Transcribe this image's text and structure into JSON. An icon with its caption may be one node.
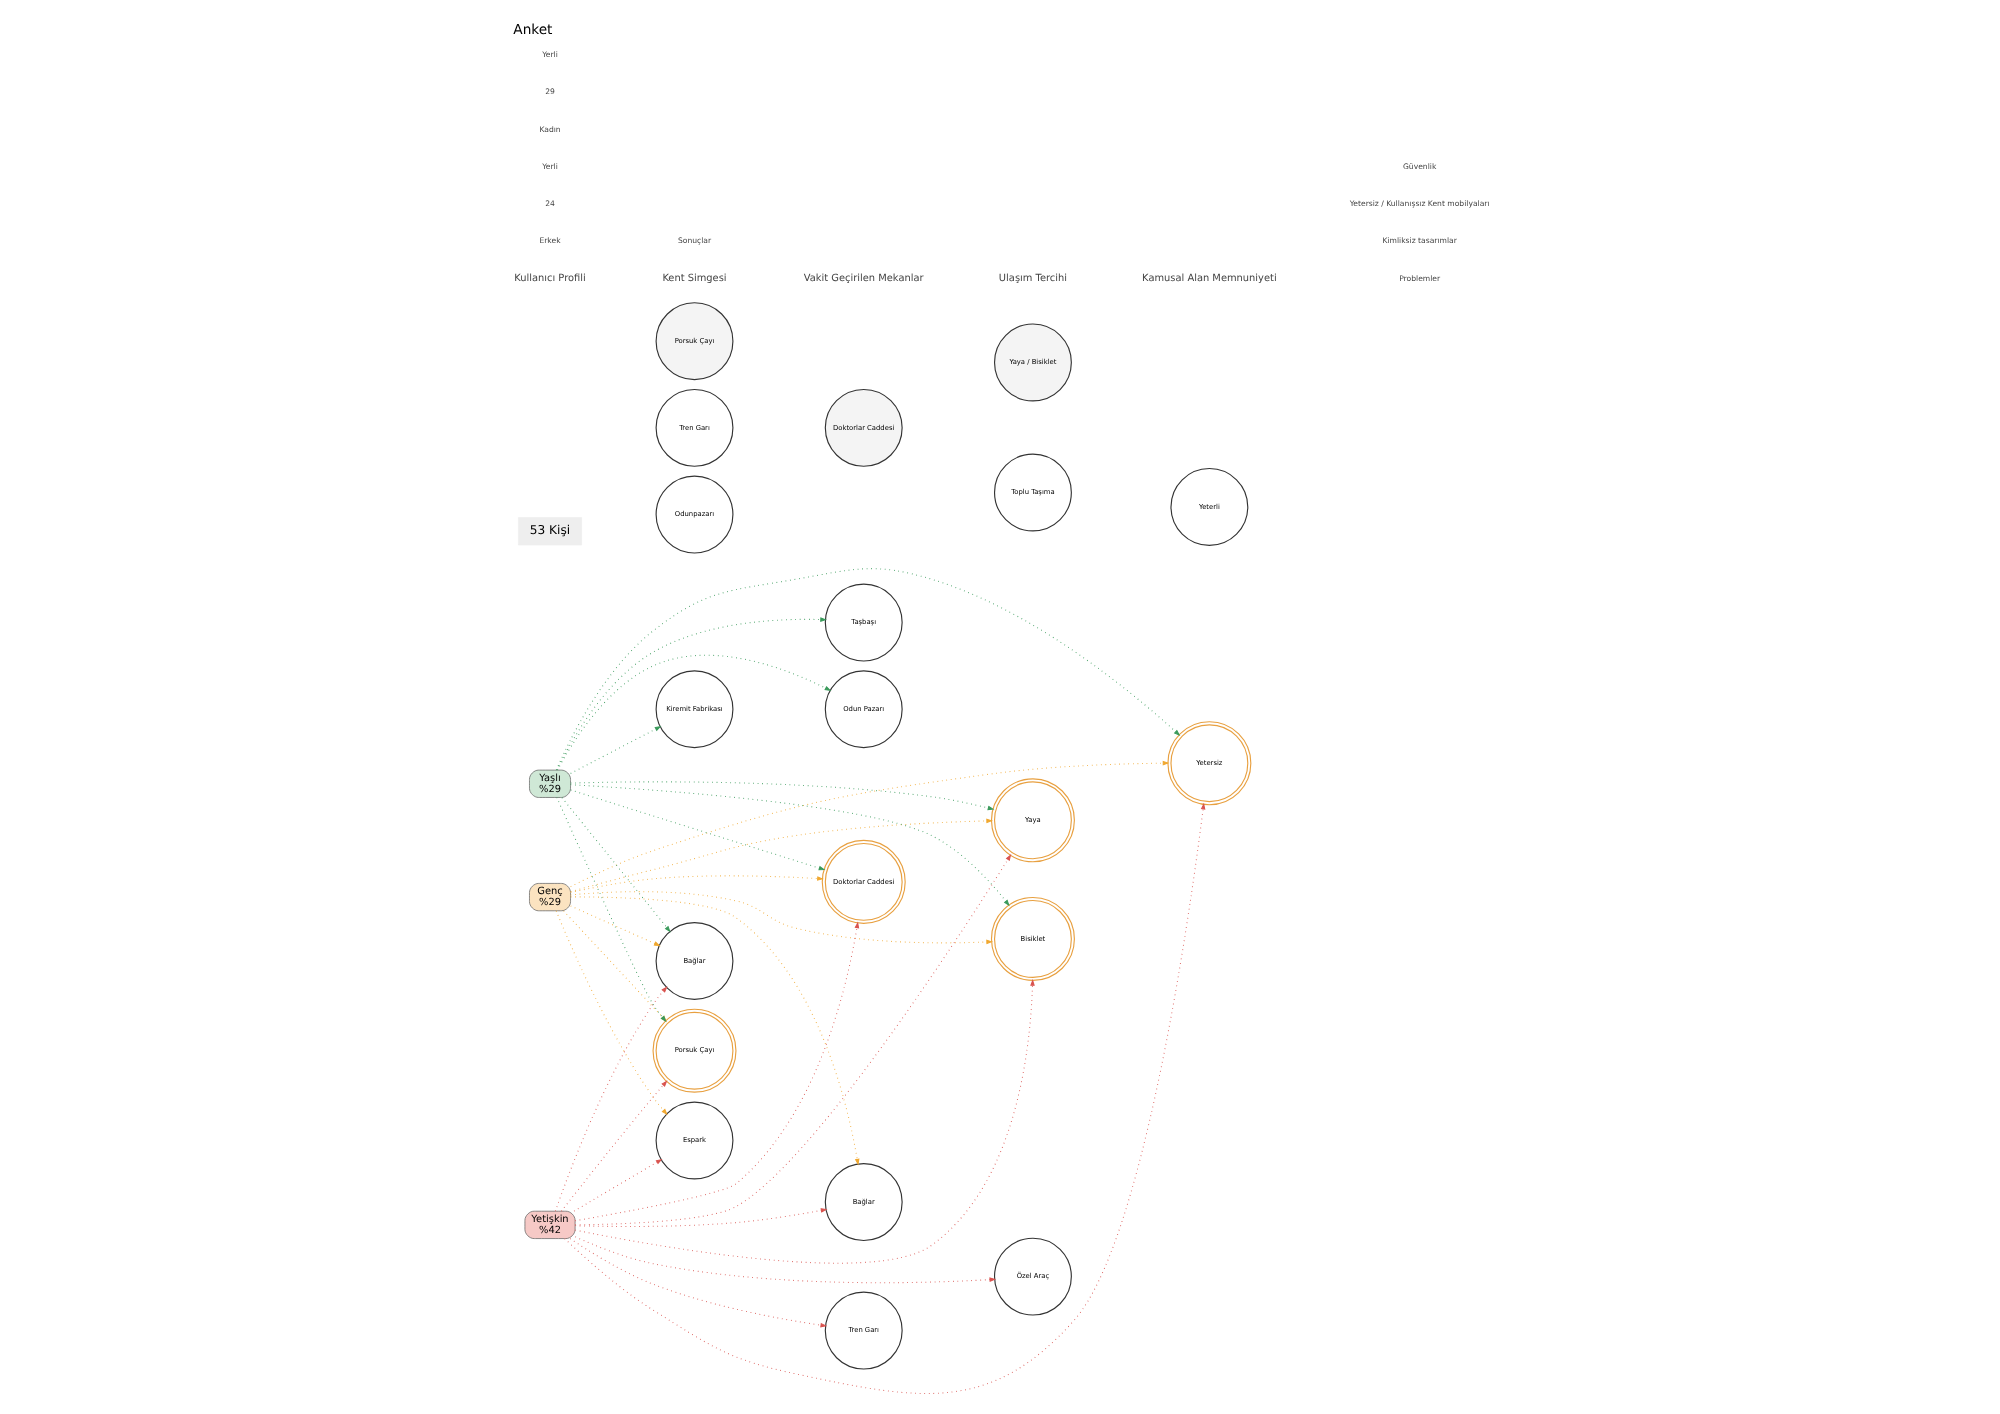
{
  "diagram": {
    "title": "Anket",
    "nodes": [
      {
        "text": [
          "Genç",
          "%29"
        ]
      },
      {
        "text": [
          "Yetişkin",
          "%42"
        ]
      },
      {
        "text": [
          "Yaşlı",
          "%29"
        ]
      },
      {
        "text": [
          "Porsuk Çayı"
        ]
      },
      {
        "text": [
          "Odunpazarı"
        ]
      },
      {
        "text": [
          "Bağlar"
        ]
      },
      {
        "text": [
          "Espark"
        ]
      },
      {
        "text": [
          "Tren Garı"
        ]
      },
      {
        "text": [
          "Kiremit Fabrikası"
        ]
      },
      {
        "text": [
          "Porsuk Çayı"
        ]
      },
      {
        "text": [
          "Doktorlar Caddesi"
        ]
      },
      {
        "text": [
          "Bağlar"
        ]
      },
      {
        "text": [
          "Taşbaşı"
        ]
      },
      {
        "text": [
          "Odun Pazarı"
        ]
      },
      {
        "text": [
          "Tren Garı"
        ]
      },
      {
        "text": [
          "Doktorlar Caddesi"
        ]
      },
      {
        "text": [
          "Yaya"
        ]
      },
      {
        "text": [
          "Bisiklet"
        ]
      },
      {
        "text": [
          "Toplu Taşıma"
        ]
      },
      {
        "text": [
          "Özel Araç"
        ]
      },
      {
        "text": [
          "Yaya / Bisiklet"
        ]
      },
      {
        "text": [
          "Yetersiz"
        ]
      },
      {
        "text": [
          "Yeterli"
        ]
      },
      {
        "text": [
          "53 Kişi"
        ]
      }
    ],
    "edges": [
      {
        "from": 0,
        "to": 3,
        "arrow": "to",
        "style": "dashed",
        "color": "#f0a830"
      },
      {
        "from": 1,
        "to": 3,
        "arrow": "to",
        "style": "dashed",
        "color": "#d9534f"
      },
      {
        "from": 2,
        "to": 3,
        "arrow": "to",
        "style": "dashed",
        "color": "#3a9a5b"
      },
      {
        "from": 2,
        "to": 5,
        "arrow": "to",
        "style": "dashed",
        "color": "#3a9a5b"
      },
      {
        "from": 0,
        "to": 5,
        "arrow": "to",
        "style": "dashed",
        "color": "#f0a830"
      },
      {
        "from": 1,
        "to": 5,
        "arrow": "to",
        "style": "dashed",
        "color": "#d9534f"
      },
      {
        "from": 1,
        "to": 6,
        "arrow": "to",
        "style": "dashed",
        "color": "#d9534f"
      },
      {
        "from": 0,
        "to": 6,
        "arrow": "to",
        "style": "dashed",
        "color": "#f0a830"
      },
      {
        "from": 2,
        "to": 8,
        "arrow": "to",
        "style": "dashed",
        "color": "#3a9a5b"
      },
      {
        "from": 2,
        "to": 10,
        "arrow": "to",
        "style": "dashed",
        "color": "#3a9a5b"
      },
      {
        "from": 0,
        "to": 10,
        "arrow": "to",
        "style": "dashed",
        "color": "#f0a830"
      },
      {
        "from": 1,
        "to": 10,
        "arrow": "to",
        "style": "dashed",
        "color": "#d9534f"
      },
      {
        "from": 0,
        "to": 11,
        "arrow": "to",
        "style": "dashed",
        "color": "#f0a830"
      },
      {
        "from": 1,
        "to": 11,
        "arrow": "to",
        "style": "dashed",
        "color": "#d9534f"
      },
      {
        "from": 2,
        "to": 12,
        "arrow": "to",
        "style": "dashed",
        "color": "#3a9a5b"
      },
      {
        "from": 2,
        "to": 13,
        "arrow": "to",
        "style": "dashed",
        "color": "#3a9a5b"
      },
      {
        "from": 1,
        "to": 14,
        "arrow": "to",
        "style": "dashed",
        "color": "#d9534f"
      },
      {
        "from": 2,
        "to": 16,
        "arrow": "to",
        "style": "dashed",
        "color": "#3a9a5b"
      },
      {
        "from": 0,
        "to": 16,
        "arrow": "to",
        "style": "dashed",
        "color": "#f0a830"
      },
      {
        "from": 1,
        "to": 16,
        "arrow": "to",
        "style": "dashed",
        "color": "#d9534f"
      },
      {
        "from": 0,
        "to": 17,
        "arrow": "to",
        "style": "dashed",
        "color": "#f0a830"
      },
      {
        "from": 1,
        "to": 17,
        "arrow": "to",
        "style": "dashed",
        "color": "#d9534f"
      },
      {
        "from": 2,
        "to": 17,
        "arrow": "to",
        "style": "dashed",
        "color": "#3a9a5b"
      },
      {
        "from": 1,
        "to": 19,
        "arrow": "to",
        "style": "dashed",
        "color": "#d9534f"
      },
      {
        "from": 0,
        "to": 21,
        "arrow": "to",
        "style": "dashed",
        "color": "#f0a830"
      },
      {
        "from": 1,
        "to": 21,
        "arrow": "to",
        "style": "dashed",
        "color": "#d9534f"
      },
      {
        "from": 2,
        "to": 21,
        "arrow": "to",
        "style": "dashed",
        "color": "#3a9a5b"
      }
    ],
    "labels": [
      "Kullanıcı Profili",
      "Kent Simgesi",
      "Vakit Geçirilen Mekanlar",
      "Ulaşım Tercihi",
      "Kamusal Alan Memnuniyeti",
      "Problemler",
      "Kimliksiz tasarımlar",
      "Yetersiz / Kullanışsız Kent mobilyaları",
      "Güvenlik",
      "Erkek",
      "24",
      "Yerli",
      "Kadın",
      "29",
      "Yerli",
      "Sonuçlar"
    ]
  }
}
